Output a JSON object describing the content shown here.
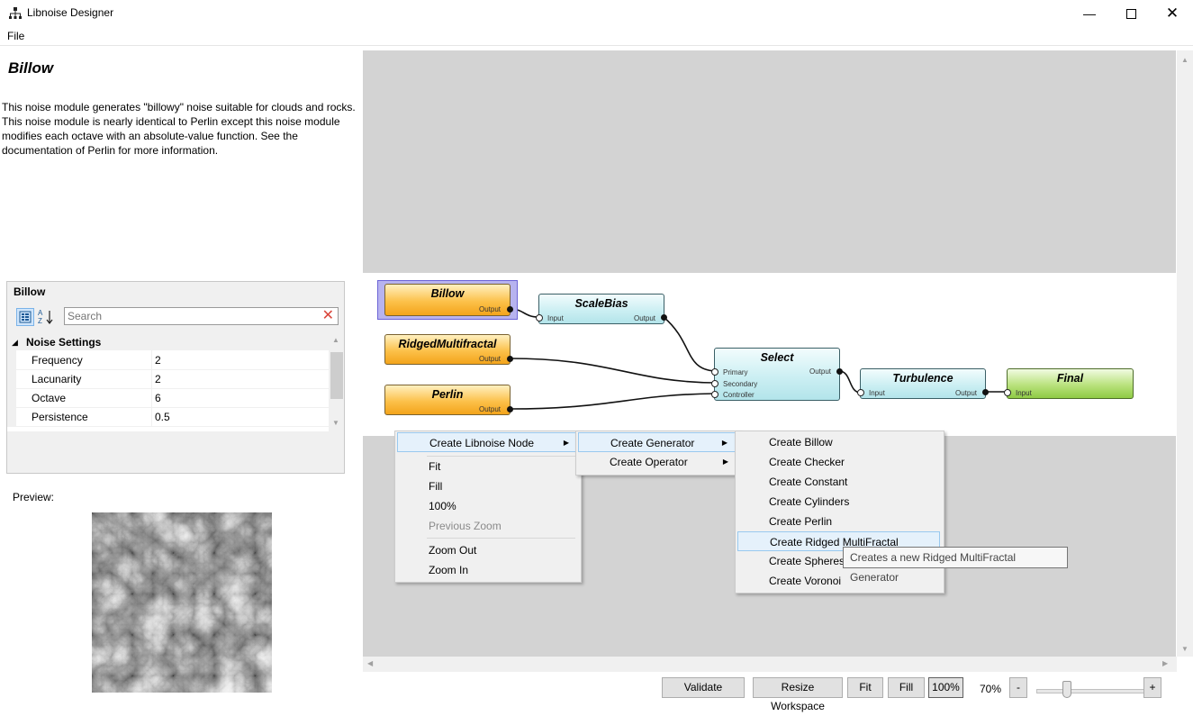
{
  "window": {
    "title": "Libnoise Designer"
  },
  "menu": {
    "file": "File"
  },
  "module": {
    "title": "Billow",
    "description": "This noise module generates \"billowy\" noise suitable for clouds and rocks. This noise module is nearly identical to Perlin except this noise module modifies each octave with an absolute-value function. See the documentation of Perlin for more information."
  },
  "properties": {
    "header": "Billow",
    "search_placeholder": "Search",
    "category": "Noise Settings",
    "rows": [
      {
        "name": "Frequency",
        "value": "2"
      },
      {
        "name": "Lacunarity",
        "value": "2"
      },
      {
        "name": "Octave",
        "value": "6"
      },
      {
        "name": "Persistence",
        "value": "0.5"
      }
    ]
  },
  "preview": {
    "label": "Preview:"
  },
  "nodes": {
    "billow": {
      "title": "Billow",
      "output": "Output"
    },
    "scalebias": {
      "title": "ScaleBias",
      "input": "Input",
      "output": "Output"
    },
    "ridged": {
      "title": "RidgedMultifractal",
      "output": "Output"
    },
    "perlin": {
      "title": "Perlin",
      "output": "Output"
    },
    "select": {
      "title": "Select",
      "primary": "Primary",
      "secondary": "Secondary",
      "controller": "Controller",
      "output": "Output"
    },
    "turbulence": {
      "title": "Turbulence",
      "input": "Input",
      "output": "Output"
    },
    "final": {
      "title": "Final",
      "input": "Input"
    }
  },
  "context_menu": {
    "create_node": "Create Libnoise Node",
    "fit": "Fit",
    "fill": "Fill",
    "hundred": "100%",
    "previous_zoom": "Previous Zoom",
    "zoom_out": "Zoom Out",
    "zoom_in": "Zoom In"
  },
  "submenu": {
    "generator": "Create Generator",
    "operator": "Create Operator"
  },
  "generators": [
    "Create Billow",
    "Create Checker",
    "Create Constant",
    "Create Cylinders",
    "Create Perlin",
    "Create Ridged MultiFractal",
    "Create Spheres",
    "Create Voronoi"
  ],
  "tooltip": "Creates a new Ridged MultiFractal Generator",
  "toolbar": {
    "validate": "Validate",
    "resize": "Resize Workspace",
    "fit": "Fit",
    "fill": "Fill",
    "hundred": "100%",
    "zoom": "70%",
    "minus": "-",
    "plus": "+",
    "zoom_fraction": 0.25
  }
}
